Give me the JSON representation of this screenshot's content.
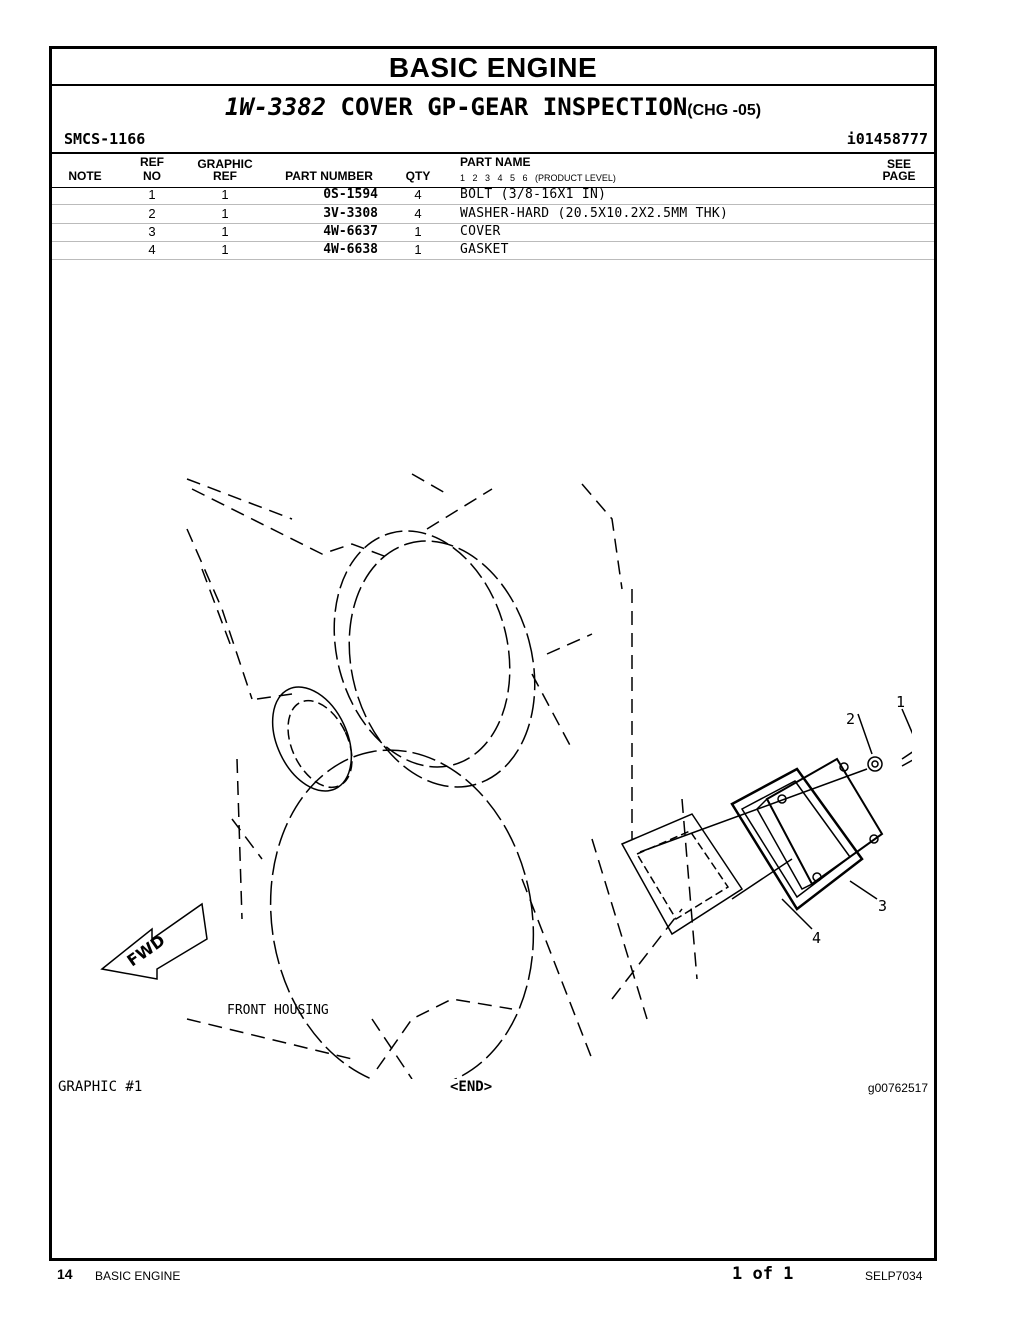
{
  "header": {
    "title": "BASIC ENGINE",
    "part_number": "1W-3382",
    "part_description": "COVER GP-GEAR INSPECTION",
    "change": "(CHG -05)",
    "smcs": "SMCS-1166",
    "identifier": "i01458777"
  },
  "table": {
    "columns": {
      "note": "NOTE",
      "ref_top": "REF",
      "ref_bottom": "NO",
      "graphic_top": "GRAPHIC",
      "graphic_bottom": "REF",
      "part_number": "PART NUMBER",
      "qty": "QTY",
      "part_name": "PART NAME",
      "product_levels": "1   2   3   4   5   6   (PRODUCT LEVEL)",
      "see_top": "SEE",
      "see_bottom": "PAGE"
    },
    "rows": [
      {
        "ref": "1",
        "graphic": "1",
        "part_number": "0S-1594",
        "qty": "4",
        "name": "BOLT (3/8-16X1 IN)"
      },
      {
        "ref": "2",
        "graphic": "1",
        "part_number": "3V-3308",
        "qty": "4",
        "name": "WASHER-HARD (20.5X10.2X2.5MM THK)"
      },
      {
        "ref": "3",
        "graphic": "1",
        "part_number": "4W-6637",
        "qty": "1",
        "name": "COVER"
      },
      {
        "ref": "4",
        "graphic": "1",
        "part_number": "4W-6638",
        "qty": "1",
        "name": "GASKET"
      }
    ]
  },
  "graphic": {
    "label": "GRAPHIC #1",
    "end_marker": "<END>",
    "graphic_id": "g00762517",
    "housing_label": "FRONT HOUSING",
    "fwd_label": "FWD",
    "callouts": [
      "1",
      "2",
      "3",
      "4"
    ]
  },
  "footer": {
    "page_number": "14",
    "section": "BASIC ENGINE",
    "page_of": "1 of 1",
    "publication": "SELP7034"
  }
}
